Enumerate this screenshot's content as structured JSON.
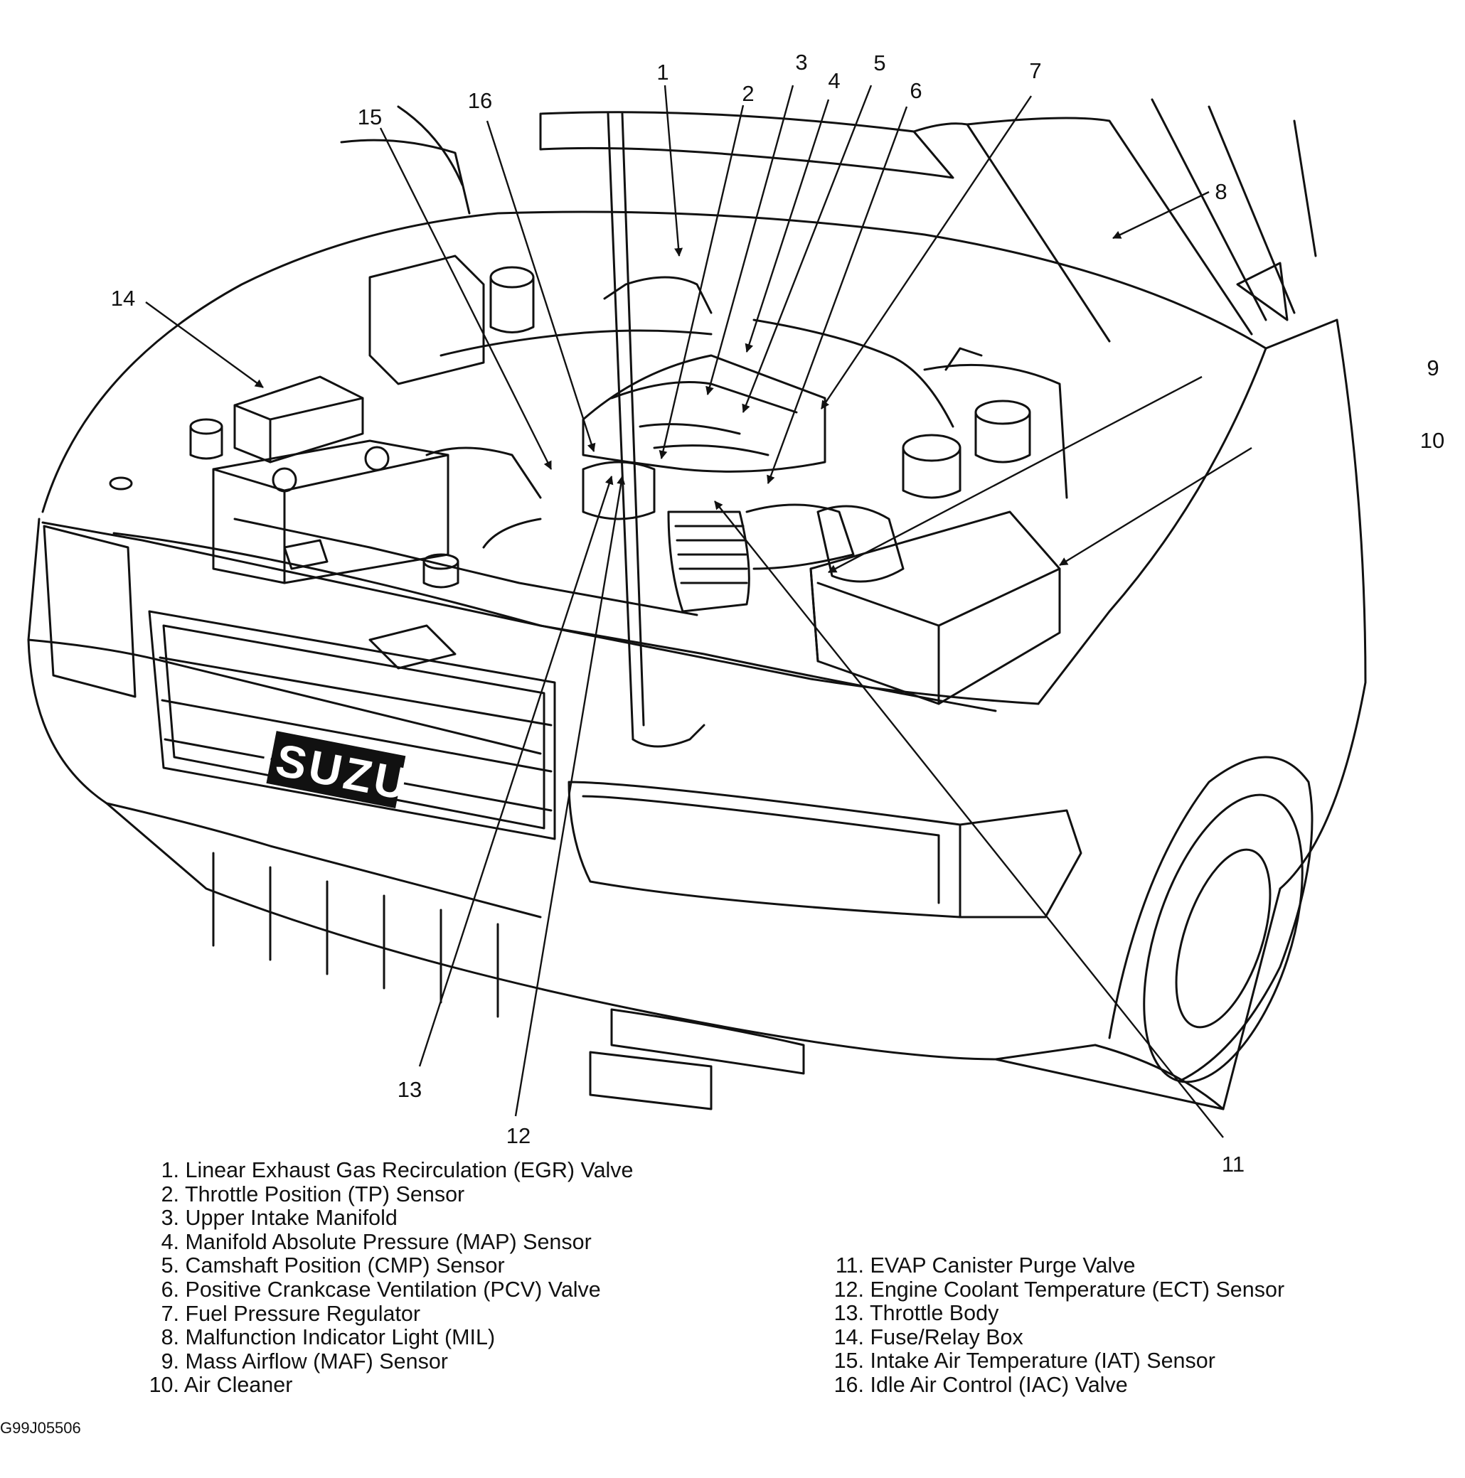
{
  "figure_code": "G99J05506",
  "brand_logo": "ISUZU",
  "callouts": [
    "1",
    "2",
    "3",
    "4",
    "5",
    "6",
    "7",
    "8",
    "9",
    "10",
    "11",
    "12",
    "13",
    "14",
    "15",
    "16"
  ],
  "legend_left": [
    {
      "num": "1.",
      "label": "Linear Exhaust Gas Recirculation (EGR) Valve"
    },
    {
      "num": "2.",
      "label": "Throttle Position (TP) Sensor"
    },
    {
      "num": "3.",
      "label": "Upper Intake Manifold"
    },
    {
      "num": "4.",
      "label": "Manifold Absolute Pressure (MAP) Sensor"
    },
    {
      "num": "5.",
      "label": "Camshaft Position (CMP) Sensor"
    },
    {
      "num": "6.",
      "label": "Positive Crankcase Ventilation (PCV) Valve"
    },
    {
      "num": "7.",
      "label": "Fuel Pressure Regulator"
    },
    {
      "num": "8.",
      "label": "Malfunction Indicator Light (MIL)"
    },
    {
      "num": "9.",
      "label": "Mass Airflow (MAF) Sensor"
    },
    {
      "num": "10.",
      "label": "Air Cleaner"
    }
  ],
  "legend_right": [
    {
      "num": "11.",
      "label": "EVAP Canister Purge Valve"
    },
    {
      "num": "12.",
      "label": "Engine Coolant Temperature (ECT) Sensor"
    },
    {
      "num": "13.",
      "label": "Throttle Body"
    },
    {
      "num": "14.",
      "label": "Fuse/Relay Box"
    },
    {
      "num": "15.",
      "label": "Intake Air Temperature (IAT) Sensor"
    },
    {
      "num": "16.",
      "label": "Idle Air Control (IAC) Valve"
    }
  ]
}
